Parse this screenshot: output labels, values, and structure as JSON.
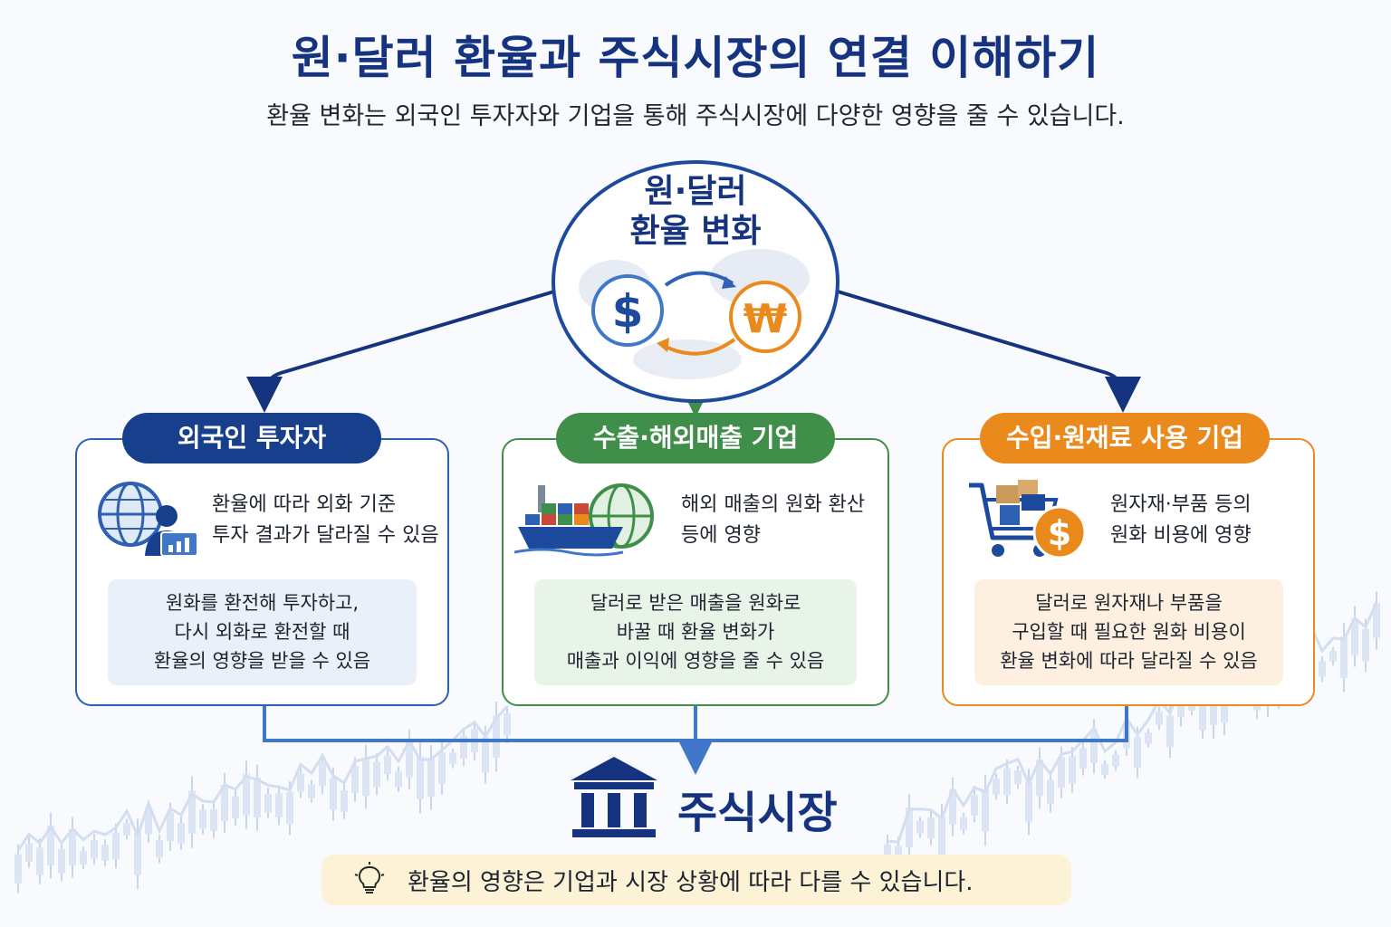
{
  "title": "원·달러 환율과 주식시장의 연결 이해하기",
  "subtitle": "환율 변화는 외국인 투자자와 기업을 통해 주식시장에 다양한 영향을 줄 수 있습니다.",
  "hub": {
    "title_line1": "원·달러",
    "title_line2": "환율 변화",
    "dollar_symbol": "$",
    "won_symbol": "₩"
  },
  "cards": [
    {
      "title": "외국인 투자자",
      "desc": [
        "환율에 따라 외화 기준",
        "투자 결과가 달라질 수 있음"
      ],
      "note": [
        "원화를 환전해 투자하고,",
        "다시 외화로 환전할 때",
        "환율의 영향을 받을 수 있음"
      ],
      "icon": "globe-investor-icon"
    },
    {
      "title": "수출·해외매출 기업",
      "desc": [
        "해외 매출의 원화 환산",
        "등에 영향"
      ],
      "note": [
        "달러로 받은 매출을 원화로",
        "바꿀 때 환율 변화가",
        "매출과 이익에 영향을 줄 수 있음"
      ],
      "icon": "cargo-ship-icon"
    },
    {
      "title": "수입·원재료 사용 기업",
      "desc": [
        "원자재·부품 등의",
        "원화 비용에 영향"
      ],
      "note": [
        "달러로 원자재나 부품을",
        "구입할 때 필요한 원화 비용이",
        "환율 변화에 따라 달라질 수 있음"
      ],
      "icon": "shopping-cart-icon"
    }
  ],
  "market": {
    "label": "주식시장",
    "icon": "bank-building-icon"
  },
  "tip": {
    "text": "환율의 영향은 기업과 시장 상황에 따라 다를 수 있습니다.",
    "icon": "lightbulb-icon"
  },
  "colors": {
    "navy": "#15337e",
    "blue": "#1d4a9c",
    "green": "#3f8f4a",
    "orange": "#ea8a1c",
    "note_blue": "#e9f0fa",
    "note_green": "#e9f4e9",
    "note_orange": "#fdf0e0"
  }
}
